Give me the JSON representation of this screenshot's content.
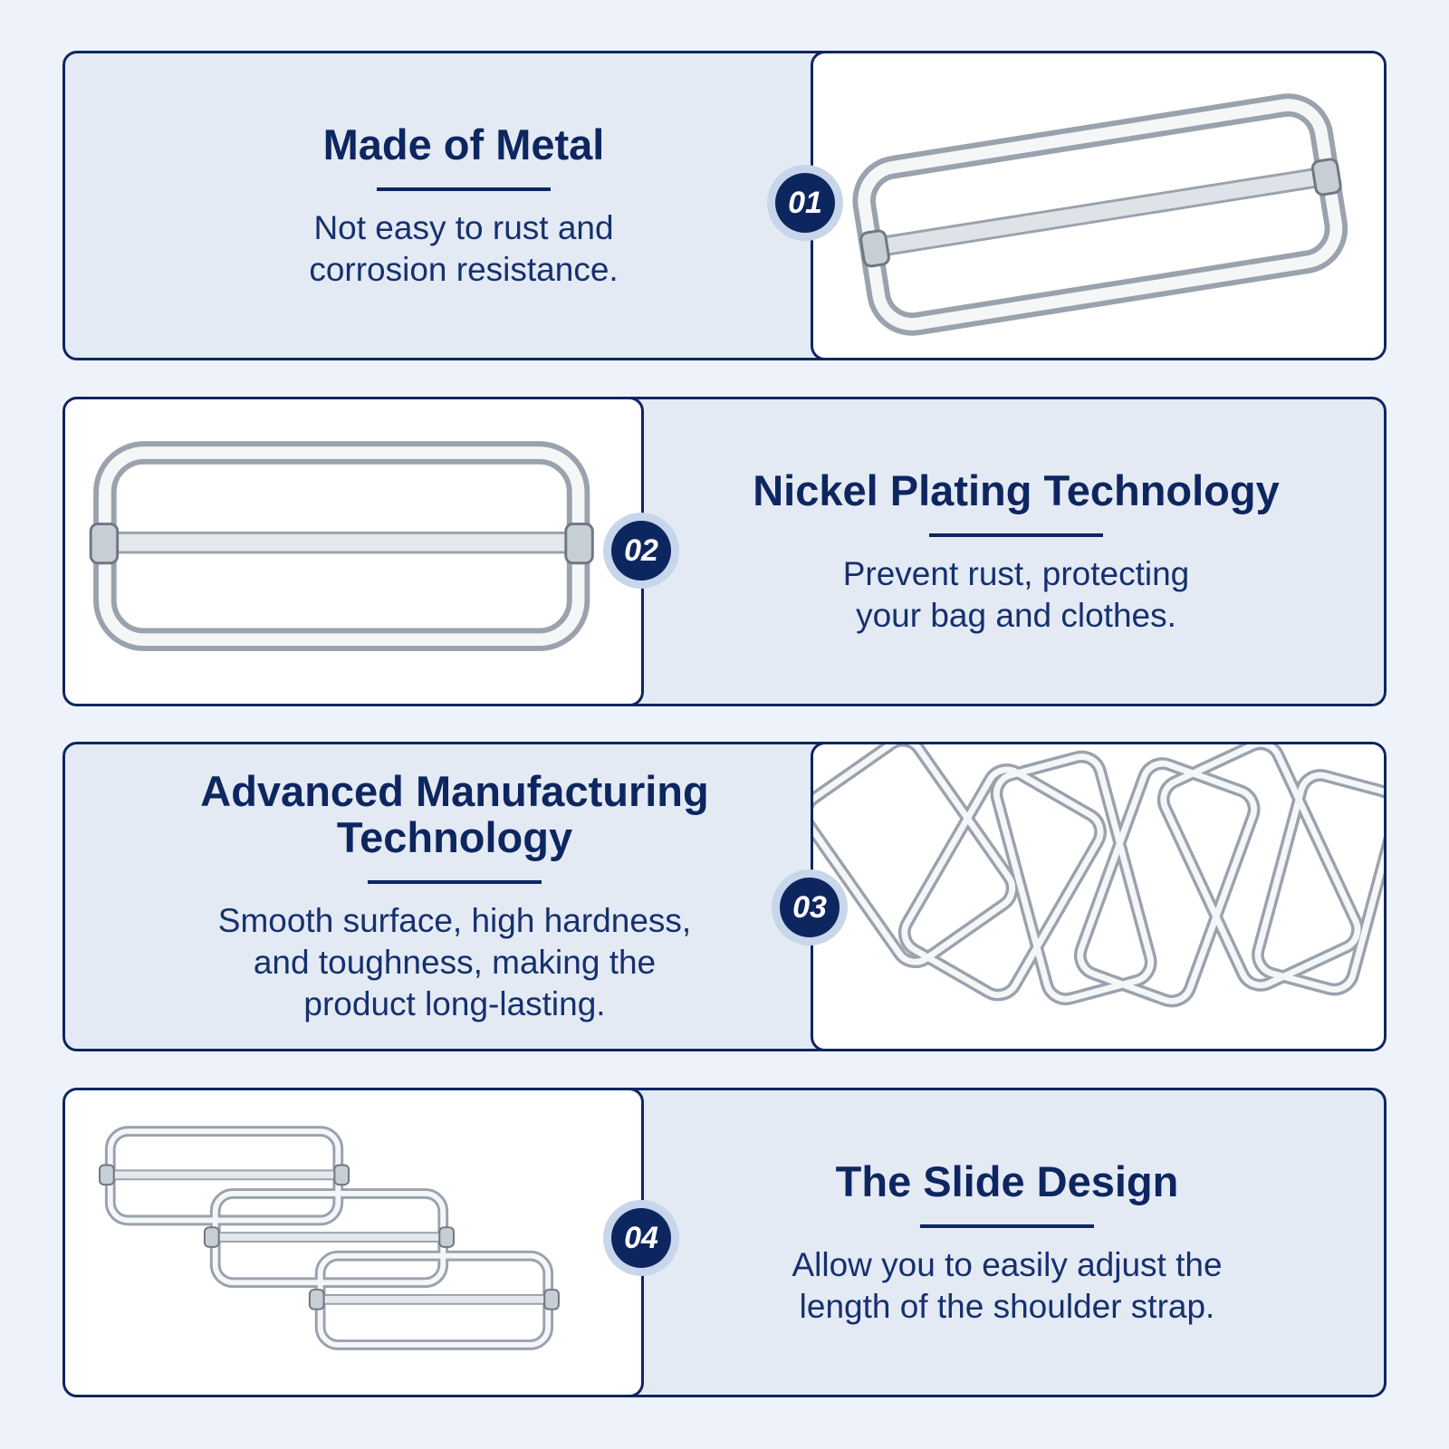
{
  "colors": {
    "navy": "#0e2660",
    "panel": "#e3eaf4",
    "background": "#eef3fb",
    "badge_ring": "#c7d6ea"
  },
  "features": [
    {
      "number": "01",
      "title": "Made of Metal",
      "description_lines": [
        "Not easy to rust and",
        "corrosion resistance."
      ],
      "image": "single-slide-buckle"
    },
    {
      "number": "02",
      "title": "Nickel Plating Technology",
      "description_lines": [
        "Prevent rust, protecting",
        "your bag and clothes."
      ],
      "image": "single-slide-buckle-front"
    },
    {
      "number": "03",
      "title_lines": [
        "Advanced Manufacturing",
        "Technology"
      ],
      "description_lines": [
        "Smooth surface, high hardness,",
        "and toughness, making the",
        "product long-lasting."
      ],
      "image": "pile-of-slide-buckles"
    },
    {
      "number": "04",
      "title": "The Slide Design",
      "description_lines": [
        "Allow you to easily adjust the",
        "length of the shoulder strap."
      ],
      "image": "three-slide-buckles"
    }
  ]
}
